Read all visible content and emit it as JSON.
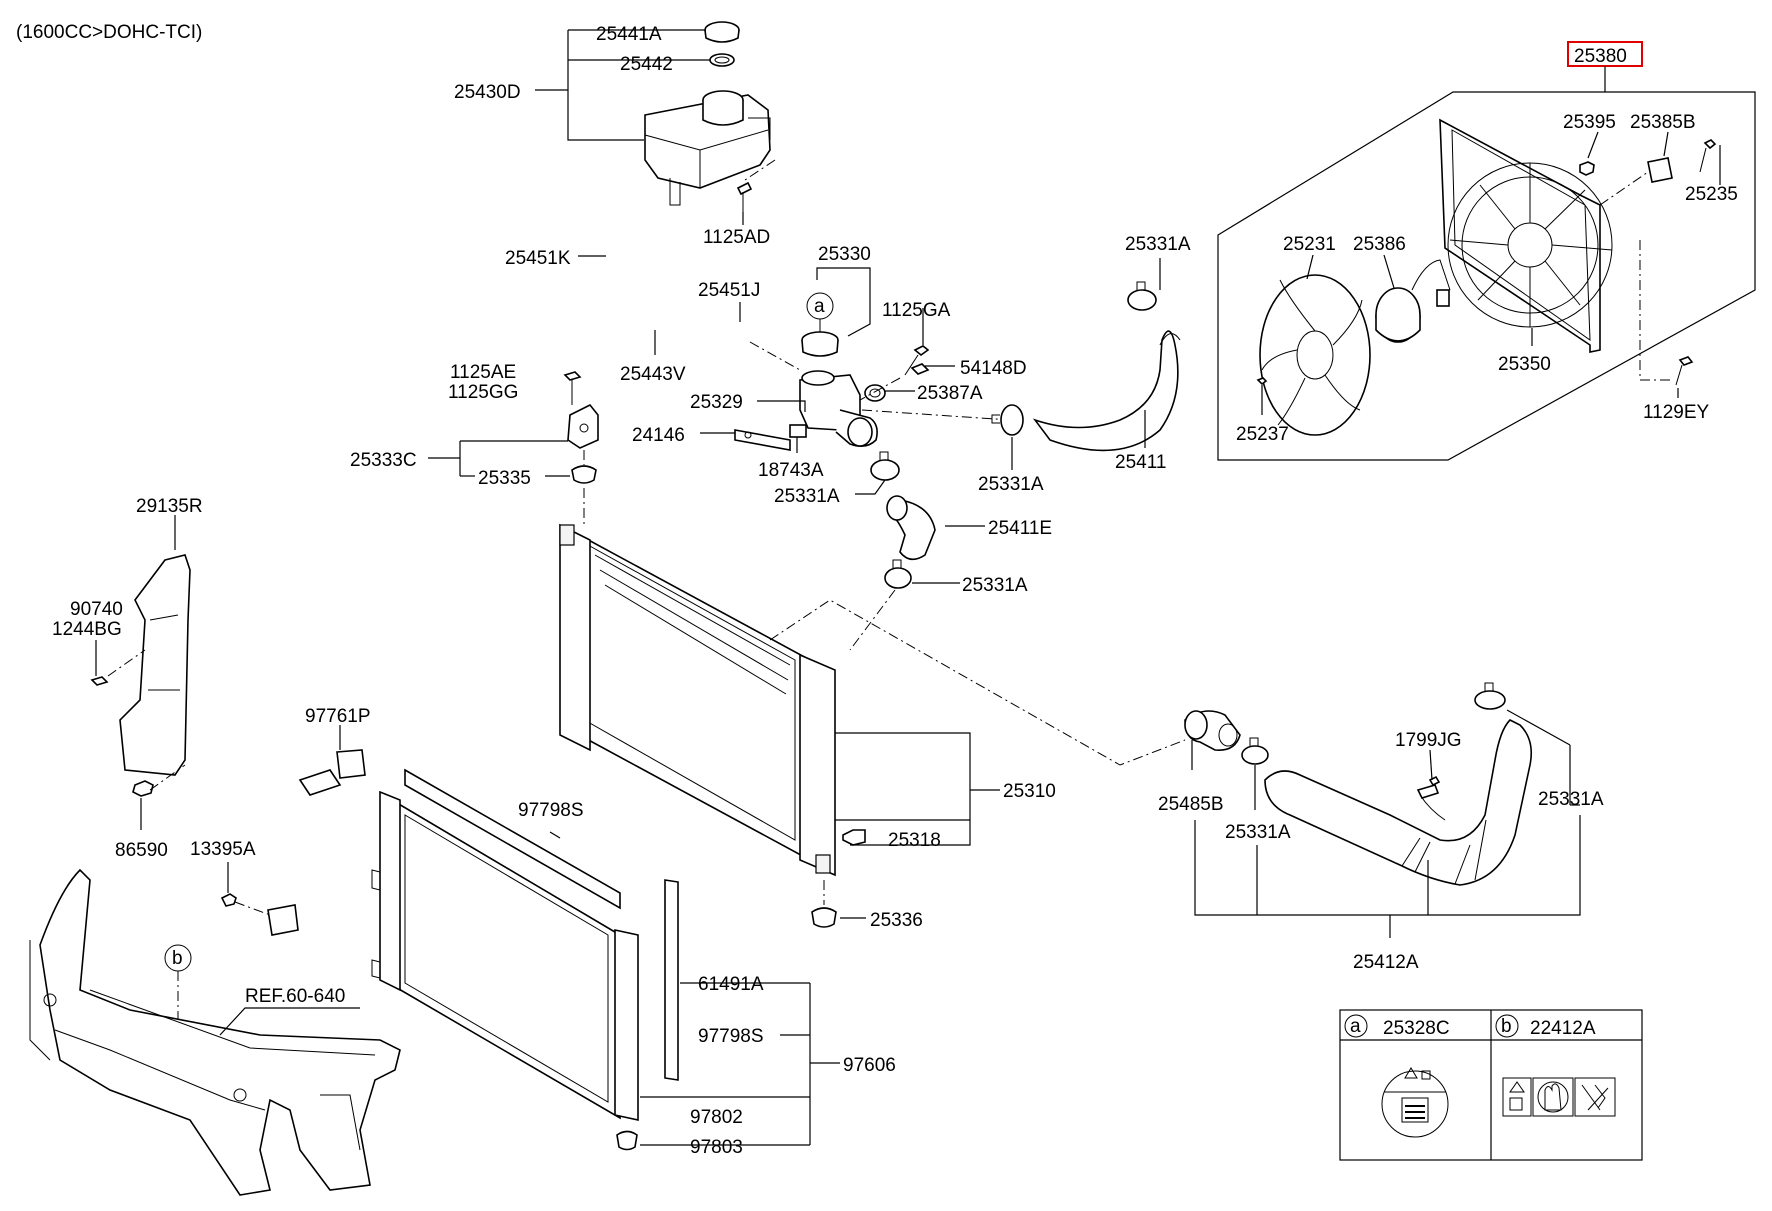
{
  "engine_note": "(1600CC>DOHC-TCI)",
  "highlight_color": "#e00000",
  "labels": {
    "p25441A": "25441A",
    "p25442": "25442",
    "p25430D": "25430D",
    "p1125AD": "1125AD",
    "p25451K": "25451K",
    "p25330": "25330",
    "p25451J": "25451J",
    "p1125GA": "1125GA",
    "p54148D": "54148D",
    "p25443V": "25443V",
    "p1125AE": "1125AE",
    "p1125GG": "1125GG",
    "p25329": "25329",
    "p25387A": "25387A",
    "p24146": "24146",
    "p18743A": "18743A",
    "p25333C": "25333C",
    "p25335": "25335",
    "p25331A_1": "25331A",
    "p25331A_2": "25331A",
    "p25331A_3": "25331A",
    "p25331A_4": "25331A",
    "p25331A_5": "25331A",
    "p25331A_6": "25331A",
    "p25411": "25411",
    "p25411E": "25411E",
    "p29135R": "29135R",
    "p90740": "90740",
    "p1244BG": "1244BG",
    "p86590": "86590",
    "p97761P": "97761P",
    "p13395A": "13395A",
    "p25310": "25310",
    "p25318": "25318",
    "p25336": "25336",
    "p97798S_1": "97798S",
    "p97798S_2": "97798S",
    "p61491A": "61491A",
    "p97606": "97606",
    "p97802": "97802",
    "p97803": "97803",
    "ref": "REF.60-640",
    "p25380": "25380",
    "p25395": "25395",
    "p25385B": "25385B",
    "p25235": "25235",
    "p25231": "25231",
    "p25386": "25386",
    "p25350": "25350",
    "p25237": "25237",
    "p1129EY": "1129EY",
    "p1799JG": "1799JG",
    "p25485B": "25485B",
    "p25412A": "25412A"
  },
  "callouts": {
    "a_letter": "a",
    "b_letter": "b",
    "a_part": "25328C",
    "b_part": "22412A"
  }
}
